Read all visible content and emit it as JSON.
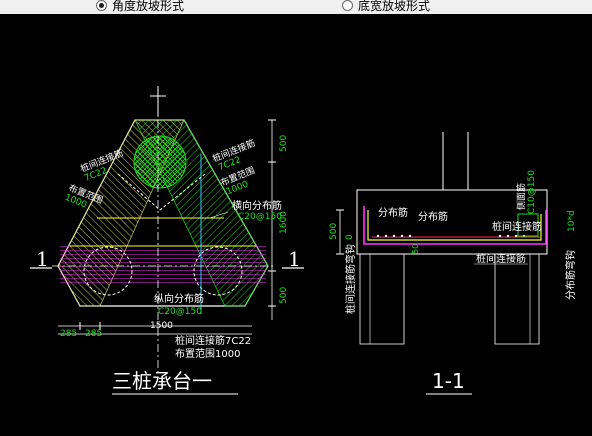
{
  "toolbar": {
    "option_angle": "角度放坡形式",
    "option_width": "底宽放坡形式",
    "selected": "option_angle"
  },
  "left_view": {
    "title": "三桩承台一",
    "section_mark_left": "1",
    "section_mark_right": "1",
    "label_tie_rebar_left": "桩间连接筋",
    "label_tie_rebar_left_code": "7C22",
    "label_range_left": "布置范围",
    "label_range_left_value": "1000",
    "label_tie_rebar_right": "桩间连接筋",
    "label_tie_rebar_right_code": "7C22",
    "label_range_right": "布置范围",
    "label_range_right_value": "1000",
    "label_transverse": "横向分布筋",
    "label_transverse_code": "C20@150",
    "label_longitudinal": "纵向分布筋",
    "label_longitudinal_code": "C20@150",
    "label_bottom_tie": "桩间连接筋7C22",
    "label_bottom_range": "布置范围1000",
    "dim_500_top": "500",
    "dim_1600": "1600",
    "dim_500_bottom": "500",
    "dim_285a": "285",
    "dim_285b": "285",
    "dim_1500": "1500"
  },
  "right_view": {
    "title": "1-1",
    "label_dist_a": "分布筋",
    "label_dist_b": "分布筋",
    "label_tie_top": "桩间连接筋",
    "label_tie_bottom": "桩间连接筋",
    "label_side": "侧面筋",
    "label_side_code": "C10@150",
    "label_tie_bend": "桩间连接筋弯钩",
    "label_dist_bend": "分布筋弯钩",
    "label_dist_bend_value": "10*d",
    "dim_500": "500",
    "dim_50": "50",
    "dim_0": "0"
  },
  "colors": {
    "green": "#22dd22",
    "yellow": "#ffff33",
    "magenta": "#ff33ff",
    "cyan": "#33ccff",
    "white": "#ffffff",
    "red": "#ff3333"
  }
}
